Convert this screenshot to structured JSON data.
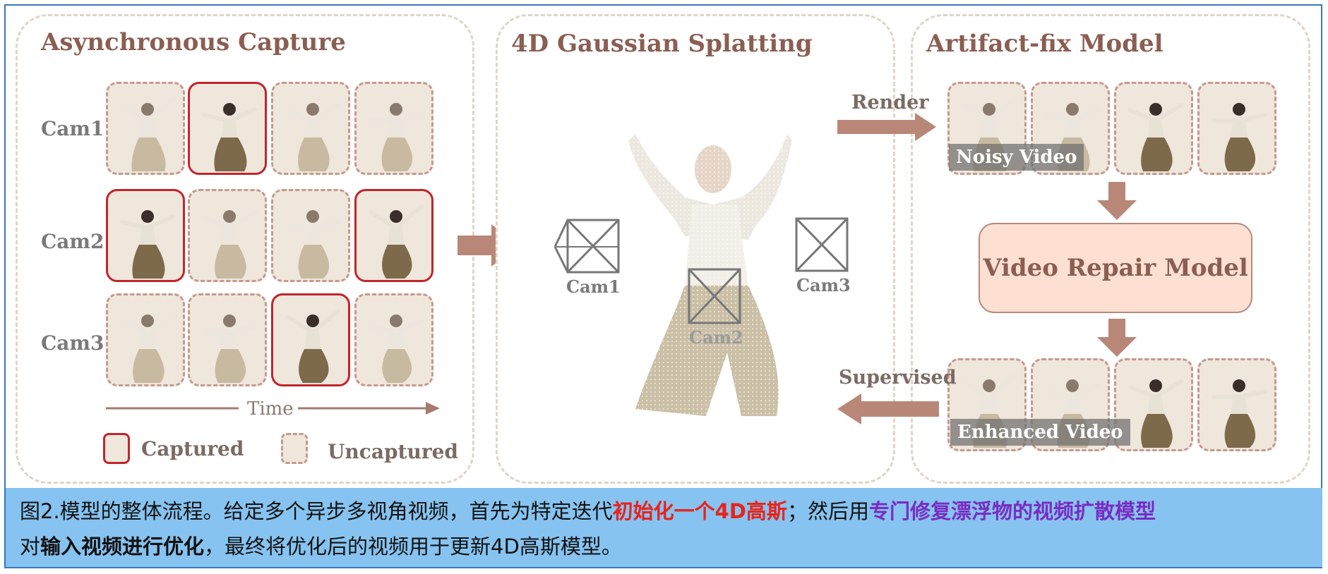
{
  "panels": {
    "capture_title": "Asynchronous Capture",
    "gs_title": "4D Gaussian Splatting",
    "fix_title": "Artifact-fix Model"
  },
  "capture": {
    "cams": [
      "Cam1",
      "Cam2",
      "Cam3"
    ],
    "captured_pattern": [
      [
        false,
        true,
        false,
        false
      ],
      [
        true,
        false,
        false,
        true
      ],
      [
        false,
        false,
        true,
        false
      ]
    ],
    "time_label": "Time",
    "legend_captured": "Captured",
    "legend_uncaptured": "Uncaptured"
  },
  "gs": {
    "cam1": "Cam1",
    "cam2": "Cam2",
    "cam3": "Cam3"
  },
  "fix": {
    "render_label": "Render",
    "noisy_label": "Noisy Video",
    "repair_label": "Video Repair Model",
    "enhanced_label": "Enhanced Video",
    "supervised_label": "Supervised"
  },
  "caption": {
    "p1": "图2.模型的整体流程。给定多个异步多视角视频，首先为特定迭代",
    "p2": "初始化一个4D高斯",
    "p3": "；然后用",
    "p4": "专门修复漂浮物的视频扩散模型",
    "p5": "对",
    "p6": "输入视频进行优化",
    "p7": "，最终将优化后的视频用于更新4D高斯模型。"
  },
  "colors": {
    "title": "#8b5e52",
    "arrow": "#b98778",
    "captured_border": "#c0262b",
    "caption_bg": "#86c3f0",
    "caption_red": "#e8231b",
    "caption_purple": "#7a2cc2"
  }
}
